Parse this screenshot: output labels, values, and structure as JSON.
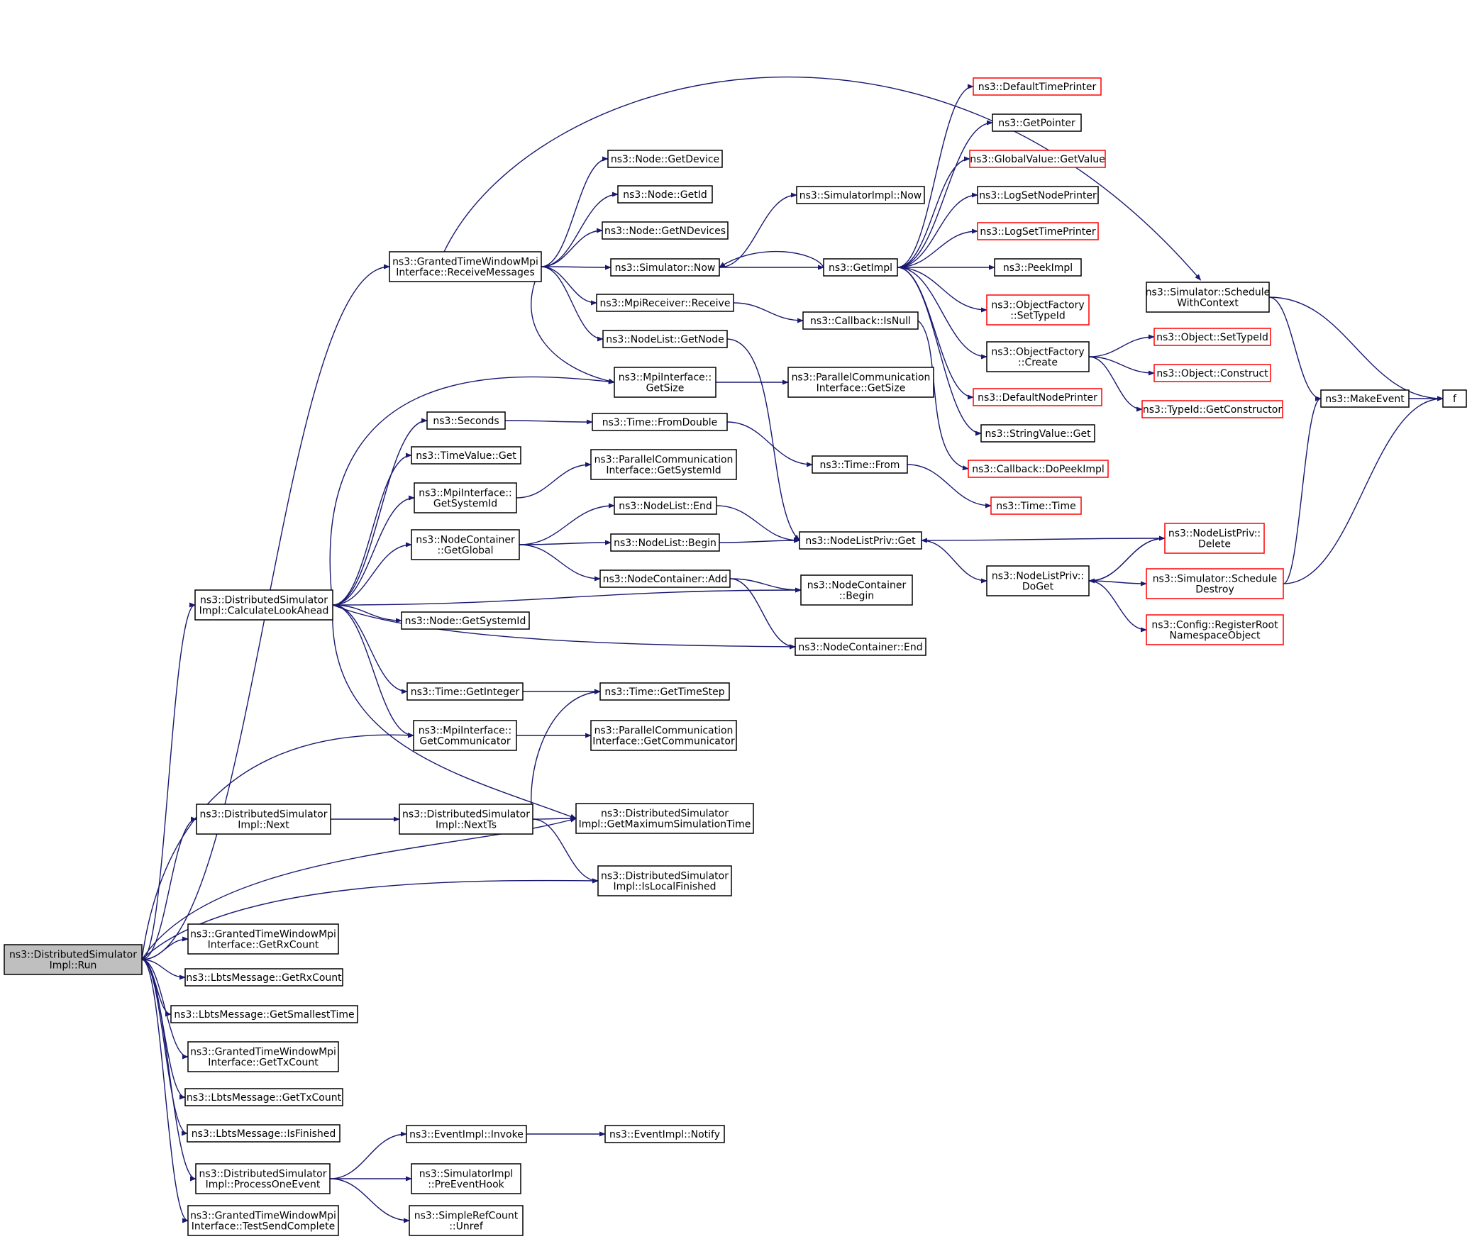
{
  "nodes": [
    {
      "id": "run",
      "lines": [
        "ns3::DistributedSimulator",
        "Impl::Run"
      ],
      "style": "root",
      "interactable": false
    },
    {
      "id": "receive_messages",
      "lines": [
        "ns3::GrantedTimeWindowMpi",
        "Interface::ReceiveMessages"
      ],
      "style": "normal",
      "interactable": true
    },
    {
      "id": "calc_lookahead",
      "lines": [
        "ns3::DistributedSimulator",
        "Impl::CalculateLookAhead"
      ],
      "style": "normal",
      "interactable": true
    },
    {
      "id": "next",
      "lines": [
        "ns3::DistributedSimulator",
        "Impl::Next"
      ],
      "style": "normal",
      "interactable": true
    },
    {
      "id": "next_ts",
      "lines": [
        "ns3::DistributedSimulator",
        "Impl::NextTs"
      ],
      "style": "normal",
      "interactable": true
    },
    {
      "id": "get_max_sim_time",
      "lines": [
        "ns3::DistributedSimulator",
        "Impl::GetMaximumSimulationTime"
      ],
      "style": "normal",
      "interactable": true
    },
    {
      "id": "is_local_finished",
      "lines": [
        "ns3::DistributedSimulator",
        "Impl::IsLocalFinished"
      ],
      "style": "normal",
      "interactable": true
    },
    {
      "id": "gtw_get_rx_count",
      "lines": [
        "ns3::GrantedTimeWindowMpi",
        "Interface::GetRxCount"
      ],
      "style": "normal",
      "interactable": true
    },
    {
      "id": "lbts_get_rx_count",
      "lines": [
        "ns3::LbtsMessage::GetRxCount"
      ],
      "style": "normal",
      "interactable": true
    },
    {
      "id": "lbts_get_smallest_time",
      "lines": [
        "ns3::LbtsMessage::GetSmallestTime"
      ],
      "style": "normal",
      "interactable": true
    },
    {
      "id": "gtw_get_tx_count",
      "lines": [
        "ns3::GrantedTimeWindowMpi",
        "Interface::GetTxCount"
      ],
      "style": "normal",
      "interactable": true
    },
    {
      "id": "lbts_get_tx_count",
      "lines": [
        "ns3::LbtsMessage::GetTxCount"
      ],
      "style": "normal",
      "interactable": true
    },
    {
      "id": "lbts_is_finished",
      "lines": [
        "ns3::LbtsMessage::IsFinished"
      ],
      "style": "normal",
      "interactable": true
    },
    {
      "id": "process_one_event",
      "lines": [
        "ns3::DistributedSimulator",
        "Impl::ProcessOneEvent"
      ],
      "style": "normal",
      "interactable": true
    },
    {
      "id": "gtw_test_send_complete",
      "lines": [
        "ns3::GrantedTimeWindowMpi",
        "Interface::TestSendComplete"
      ],
      "style": "normal",
      "interactable": true
    },
    {
      "id": "event_invoke",
      "lines": [
        "ns3::EventImpl::Invoke"
      ],
      "style": "normal",
      "interactable": true
    },
    {
      "id": "event_notify",
      "lines": [
        "ns3::EventImpl::Notify"
      ],
      "style": "normal",
      "interactable": true
    },
    {
      "id": "pre_event_hook",
      "lines": [
        "ns3::SimulatorImpl",
        "::PreEventHook"
      ],
      "style": "normal",
      "interactable": true
    },
    {
      "id": "simple_ref_unref",
      "lines": [
        "ns3::SimpleRefCount",
        "::Unref"
      ],
      "style": "normal",
      "interactable": true
    },
    {
      "id": "node_get_device",
      "lines": [
        "ns3::Node::GetDevice"
      ],
      "style": "normal",
      "interactable": true
    },
    {
      "id": "node_get_id",
      "lines": [
        "ns3::Node::GetId"
      ],
      "style": "normal",
      "interactable": true
    },
    {
      "id": "node_get_n_devices",
      "lines": [
        "ns3::Node::GetNDevices"
      ],
      "style": "normal",
      "interactable": true
    },
    {
      "id": "simulator_now",
      "lines": [
        "ns3::Simulator::Now"
      ],
      "style": "normal",
      "interactable": true
    },
    {
      "id": "mpi_receiver_receive",
      "lines": [
        "ns3::MpiReceiver::Receive"
      ],
      "style": "normal",
      "interactable": true
    },
    {
      "id": "nodelist_get_node",
      "lines": [
        "ns3::NodeList::GetNode"
      ],
      "style": "normal",
      "interactable": true
    },
    {
      "id": "mpi_get_size",
      "lines": [
        "ns3::MpiInterface::",
        "GetSize"
      ],
      "style": "normal",
      "interactable": true
    },
    {
      "id": "simimpl_now",
      "lines": [
        "ns3::SimulatorImpl::Now"
      ],
      "style": "normal",
      "interactable": true
    },
    {
      "id": "get_impl",
      "lines": [
        "ns3::GetImpl"
      ],
      "style": "normal",
      "interactable": true
    },
    {
      "id": "callback_is_null",
      "lines": [
        "ns3::Callback::IsNull"
      ],
      "style": "normal",
      "interactable": true
    },
    {
      "id": "pc_get_size",
      "lines": [
        "ns3::ParallelCommunication",
        "Interface::GetSize"
      ],
      "style": "normal",
      "interactable": true
    },
    {
      "id": "default_time_printer",
      "lines": [
        "ns3::DefaultTimePrinter"
      ],
      "style": "external",
      "interactable": true
    },
    {
      "id": "get_pointer",
      "lines": [
        "ns3::GetPointer"
      ],
      "style": "normal",
      "interactable": true
    },
    {
      "id": "global_value_get_value",
      "lines": [
        "ns3::GlobalValue::GetValue"
      ],
      "style": "external",
      "interactable": true
    },
    {
      "id": "log_set_node_printer",
      "lines": [
        "ns3::LogSetNodePrinter"
      ],
      "style": "normal",
      "interactable": true
    },
    {
      "id": "log_set_time_printer",
      "lines": [
        "ns3::LogSetTimePrinter"
      ],
      "style": "external",
      "interactable": true
    },
    {
      "id": "peek_impl",
      "lines": [
        "ns3::PeekImpl"
      ],
      "style": "normal",
      "interactable": true
    },
    {
      "id": "object_factory_set_type_id",
      "lines": [
        "ns3::ObjectFactory",
        "::SetTypeId"
      ],
      "style": "external",
      "interactable": true
    },
    {
      "id": "object_factory_create",
      "lines": [
        "ns3::ObjectFactory",
        "::Create"
      ],
      "style": "normal",
      "interactable": true
    },
    {
      "id": "default_node_printer",
      "lines": [
        "ns3::DefaultNodePrinter"
      ],
      "style": "external",
      "interactable": true
    },
    {
      "id": "string_value_get",
      "lines": [
        "ns3::StringValue::Get"
      ],
      "style": "normal",
      "interactable": true
    },
    {
      "id": "callback_do_peek_impl",
      "lines": [
        "ns3::Callback::DoPeekImpl"
      ],
      "style": "external",
      "interactable": true
    },
    {
      "id": "object_set_type_id",
      "lines": [
        "ns3::Object::SetTypeId"
      ],
      "style": "external",
      "interactable": true
    },
    {
      "id": "object_construct",
      "lines": [
        "ns3::Object::Construct"
      ],
      "style": "external",
      "interactable": true
    },
    {
      "id": "typeid_get_constructor",
      "lines": [
        "ns3::TypeId::GetConstructor"
      ],
      "style": "external",
      "interactable": true
    },
    {
      "id": "schedule_with_context",
      "lines": [
        "ns3::Simulator::Schedule",
        "WithContext"
      ],
      "style": "normal",
      "interactable": true
    },
    {
      "id": "make_event",
      "lines": [
        "ns3::MakeEvent"
      ],
      "style": "normal",
      "interactable": true
    },
    {
      "id": "f",
      "lines": [
        "f"
      ],
      "style": "normal",
      "interactable": true
    },
    {
      "id": "seconds",
      "lines": [
        "ns3::Seconds"
      ],
      "style": "normal",
      "interactable": true
    },
    {
      "id": "time_from_double",
      "lines": [
        "ns3::Time::FromDouble"
      ],
      "style": "normal",
      "interactable": true
    },
    {
      "id": "time_from",
      "lines": [
        "ns3::Time::From"
      ],
      "style": "normal",
      "interactable": true
    },
    {
      "id": "time_time",
      "lines": [
        "ns3::Time::Time"
      ],
      "style": "external",
      "interactable": true
    },
    {
      "id": "time_value_get",
      "lines": [
        "ns3::TimeValue::Get"
      ],
      "style": "normal",
      "interactable": true
    },
    {
      "id": "mpi_get_system_id",
      "lines": [
        "ns3::MpiInterface::",
        "GetSystemId"
      ],
      "style": "normal",
      "interactable": true
    },
    {
      "id": "pc_get_system_id",
      "lines": [
        "ns3::ParallelCommunication",
        "Interface::GetSystemId"
      ],
      "style": "normal",
      "interactable": true
    },
    {
      "id": "node_container_get_global",
      "lines": [
        "ns3::NodeContainer",
        "::GetGlobal"
      ],
      "style": "normal",
      "interactable": true
    },
    {
      "id": "nodelist_end",
      "lines": [
        "ns3::NodeList::End"
      ],
      "style": "normal",
      "interactable": true
    },
    {
      "id": "nodelist_begin",
      "lines": [
        "ns3::NodeList::Begin"
      ],
      "style": "normal",
      "interactable": true
    },
    {
      "id": "node_container_add",
      "lines": [
        "ns3::NodeContainer::Add"
      ],
      "style": "normal",
      "interactable": true
    },
    {
      "id": "nodelistpriv_get",
      "lines": [
        "ns3::NodeListPriv::Get"
      ],
      "style": "normal",
      "interactable": true
    },
    {
      "id": "node_container_begin",
      "lines": [
        "ns3::NodeContainer",
        "::Begin"
      ],
      "style": "normal",
      "interactable": true
    },
    {
      "id": "nodelistpriv_do_get",
      "lines": [
        "ns3::NodeListPriv::",
        "DoGet"
      ],
      "style": "normal",
      "interactable": true
    },
    {
      "id": "nodelistpriv_delete",
      "lines": [
        "ns3::NodeListPriv::",
        "Delete"
      ],
      "style": "external",
      "interactable": true
    },
    {
      "id": "schedule_destroy",
      "lines": [
        "ns3::Simulator::Schedule",
        "Destroy"
      ],
      "style": "external",
      "interactable": true
    },
    {
      "id": "config_register_root",
      "lines": [
        "ns3::Config::RegisterRoot",
        "NamespaceObject"
      ],
      "style": "external",
      "interactable": true
    },
    {
      "id": "node_get_system_id",
      "lines": [
        "ns3::Node::GetSystemId"
      ],
      "style": "normal",
      "interactable": true
    },
    {
      "id": "node_container_end",
      "lines": [
        "ns3::NodeContainer::End"
      ],
      "style": "normal",
      "interactable": true
    },
    {
      "id": "time_get_integer",
      "lines": [
        "ns3::Time::GetInteger"
      ],
      "style": "normal",
      "interactable": true
    },
    {
      "id": "time_get_time_step",
      "lines": [
        "ns3::Time::GetTimeStep"
      ],
      "style": "normal",
      "interactable": true
    },
    {
      "id": "mpi_get_communicator",
      "lines": [
        "ns3::MpiInterface::",
        "GetCommunicator"
      ],
      "style": "normal",
      "interactable": true
    },
    {
      "id": "pc_get_communicator",
      "lines": [
        "ns3::ParallelCommunication",
        "Interface::GetCommunicator"
      ],
      "style": "normal",
      "interactable": true
    }
  ],
  "edges": [
    [
      "run",
      "receive_messages"
    ],
    [
      "run",
      "calc_lookahead"
    ],
    [
      "run",
      "next"
    ],
    [
      "run",
      "get_max_sim_time"
    ],
    [
      "run",
      "is_local_finished"
    ],
    [
      "run",
      "mpi_get_communicator"
    ],
    [
      "run",
      "gtw_get_rx_count"
    ],
    [
      "run",
      "lbts_get_rx_count"
    ],
    [
      "run",
      "lbts_get_smallest_time"
    ],
    [
      "run",
      "gtw_get_tx_count"
    ],
    [
      "run",
      "lbts_get_tx_count"
    ],
    [
      "run",
      "lbts_is_finished"
    ],
    [
      "run",
      "process_one_event"
    ],
    [
      "run",
      "gtw_test_send_complete"
    ],
    [
      "receive_messages",
      "node_get_device"
    ],
    [
      "receive_messages",
      "node_get_id"
    ],
    [
      "receive_messages",
      "node_get_n_devices"
    ],
    [
      "receive_messages",
      "simulator_now"
    ],
    [
      "receive_messages",
      "mpi_receiver_receive"
    ],
    [
      "receive_messages",
      "nodelist_get_node"
    ],
    [
      "receive_messages",
      "mpi_get_size"
    ],
    [
      "receive_messages",
      "schedule_with_context"
    ],
    [
      "simulator_now",
      "simimpl_now"
    ],
    [
      "simulator_now",
      "get_impl"
    ],
    [
      "mpi_receiver_receive",
      "callback_is_null"
    ],
    [
      "nodelist_get_node",
      "nodelistpriv_get"
    ],
    [
      "mpi_get_size",
      "pc_get_size"
    ],
    [
      "callback_is_null",
      "callback_do_peek_impl"
    ],
    [
      "get_impl",
      "simulator_now"
    ],
    [
      "get_impl",
      "default_time_printer"
    ],
    [
      "get_impl",
      "get_pointer"
    ],
    [
      "get_impl",
      "global_value_get_value"
    ],
    [
      "get_impl",
      "log_set_node_printer"
    ],
    [
      "get_impl",
      "log_set_time_printer"
    ],
    [
      "get_impl",
      "peek_impl"
    ],
    [
      "get_impl",
      "object_factory_set_type_id"
    ],
    [
      "get_impl",
      "object_factory_create"
    ],
    [
      "get_impl",
      "default_node_printer"
    ],
    [
      "get_impl",
      "string_value_get"
    ],
    [
      "object_factory_create",
      "object_set_type_id"
    ],
    [
      "object_factory_create",
      "object_construct"
    ],
    [
      "object_factory_create",
      "typeid_get_constructor"
    ],
    [
      "schedule_with_context",
      "make_event"
    ],
    [
      "schedule_with_context",
      "f"
    ],
    [
      "make_event",
      "f"
    ],
    [
      "calc_lookahead",
      "mpi_get_size"
    ],
    [
      "calc_lookahead",
      "seconds"
    ],
    [
      "calc_lookahead",
      "time_value_get"
    ],
    [
      "calc_lookahead",
      "mpi_get_system_id"
    ],
    [
      "calc_lookahead",
      "node_container_get_global"
    ],
    [
      "calc_lookahead",
      "node_container_begin"
    ],
    [
      "calc_lookahead",
      "node_get_system_id"
    ],
    [
      "calc_lookahead",
      "node_container_end"
    ],
    [
      "calc_lookahead",
      "time_get_integer"
    ],
    [
      "calc_lookahead",
      "mpi_get_communicator"
    ],
    [
      "calc_lookahead",
      "get_max_sim_time"
    ],
    [
      "seconds",
      "time_from_double"
    ],
    [
      "time_from_double",
      "time_from"
    ],
    [
      "time_from",
      "time_time"
    ],
    [
      "mpi_get_system_id",
      "pc_get_system_id"
    ],
    [
      "node_container_get_global",
      "nodelist_end"
    ],
    [
      "node_container_get_global",
      "nodelist_begin"
    ],
    [
      "node_container_get_global",
      "node_container_add"
    ],
    [
      "nodelist_end",
      "nodelistpriv_get"
    ],
    [
      "nodelist_begin",
      "nodelistpriv_get"
    ],
    [
      "node_container_add",
      "node_container_begin"
    ],
    [
      "node_container_add",
      "node_container_end"
    ],
    [
      "nodelistpriv_delete",
      "nodelistpriv_get"
    ],
    [
      "nodelistpriv_get",
      "nodelistpriv_do_get"
    ],
    [
      "nodelistpriv_do_get",
      "nodelistpriv_delete"
    ],
    [
      "nodelistpriv_do_get",
      "schedule_destroy"
    ],
    [
      "nodelistpriv_do_get",
      "config_register_root"
    ],
    [
      "nodelistpriv_delete",
      "nodelistpriv_do_get"
    ],
    [
      "schedule_destroy",
      "make_event"
    ],
    [
      "schedule_destroy",
      "f"
    ],
    [
      "time_get_integer",
      "time_get_time_step"
    ],
    [
      "mpi_get_communicator",
      "pc_get_communicator"
    ],
    [
      "next",
      "next_ts"
    ],
    [
      "next_ts",
      "get_max_sim_time"
    ],
    [
      "next_ts",
      "is_local_finished"
    ],
    [
      "next_ts",
      "time_get_time_step"
    ],
    [
      "process_one_event",
      "event_invoke"
    ],
    [
      "process_one_event",
      "pre_event_hook"
    ],
    [
      "process_one_event",
      "simple_ref_unref"
    ],
    [
      "event_invoke",
      "event_notify"
    ]
  ],
  "colors": {
    "edge": "#191970",
    "node_border": "#000000",
    "external_border": "#ff0000",
    "root_fill": "#bfbfbf"
  }
}
